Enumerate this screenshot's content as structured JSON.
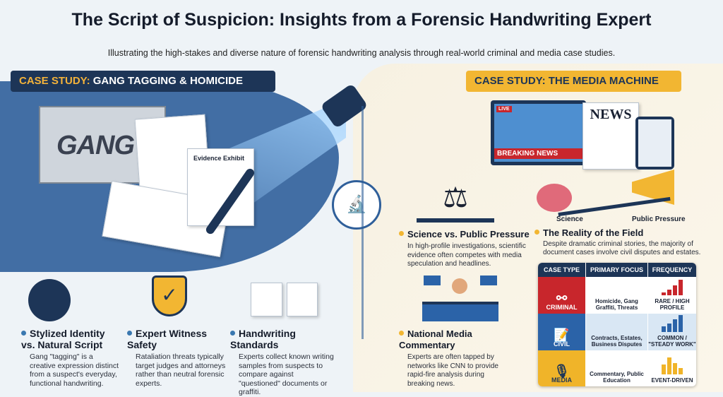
{
  "title": "The Script of Suspicion: Insights from a Forensic Handwriting Expert",
  "subtitle": "Illustrating the high-stakes and diverse nature of forensic handwriting analysis through real-world criminal and media case studies.",
  "left": {
    "heading_prefix": "Case Study:",
    "heading_rest": "Gang Tagging & Homicide",
    "graffiti": "GANG",
    "exhibit_label": "Evidence Exhibit",
    "items": [
      {
        "title": "Stylized Identity vs. Natural Script",
        "text": "Gang \"tagging\" is a creative expression distinct from a suspect's everyday, functional handwriting."
      },
      {
        "title": "Expert Witness Safety",
        "text": "Rataliation threats typically target judges and attorneys rather than neutral forensic experts."
      },
      {
        "title": "Handwriting Standards",
        "text": "Experts collect known writing samples from suspects to compare against \"questioned\" documents or graffiti."
      }
    ]
  },
  "right": {
    "heading": "Case Study: The Media Machine",
    "tv": {
      "live": "LIVE",
      "breaking": "BREAKING NEWS",
      "newspaper": "NEWS"
    },
    "seesaw": {
      "left": "Science",
      "right": "Public Pressure"
    },
    "items": [
      {
        "title": "Science vs. Public Pressure",
        "text": "In high-profile investigations, scientific evidence often competes with media speculation and headlines."
      },
      {
        "title": "The Reality of the Field",
        "text": "Despite dramatic criminal stories, the majority of document cases involve civil disputes and estates."
      },
      {
        "title": "National Media Commentary",
        "text": "Experts are often tapped by networks like CNN to provide rapid-fire analysis during breaking news."
      }
    ],
    "table": {
      "headers": [
        "CASE TYPE",
        "PRIMARY FOCUS",
        "FREQUENCY"
      ],
      "rows": [
        {
          "type": "CRIMINAL",
          "focus": "Homicide, Gang Graffiti, Threats",
          "frequency": "RARE / HIGH PROFILE",
          "color": "#c8262c"
        },
        {
          "type": "CIVIL",
          "focus": "Contracts, Estates, Business Disputes",
          "frequency": "COMMON / \"STEADY WORK\"",
          "color": "#2b63a8"
        },
        {
          "type": "MEDIA",
          "focus": "Commentary, Public Education",
          "frequency": "EVENT-DRIVEN",
          "color": "#f0b429"
        }
      ]
    }
  }
}
